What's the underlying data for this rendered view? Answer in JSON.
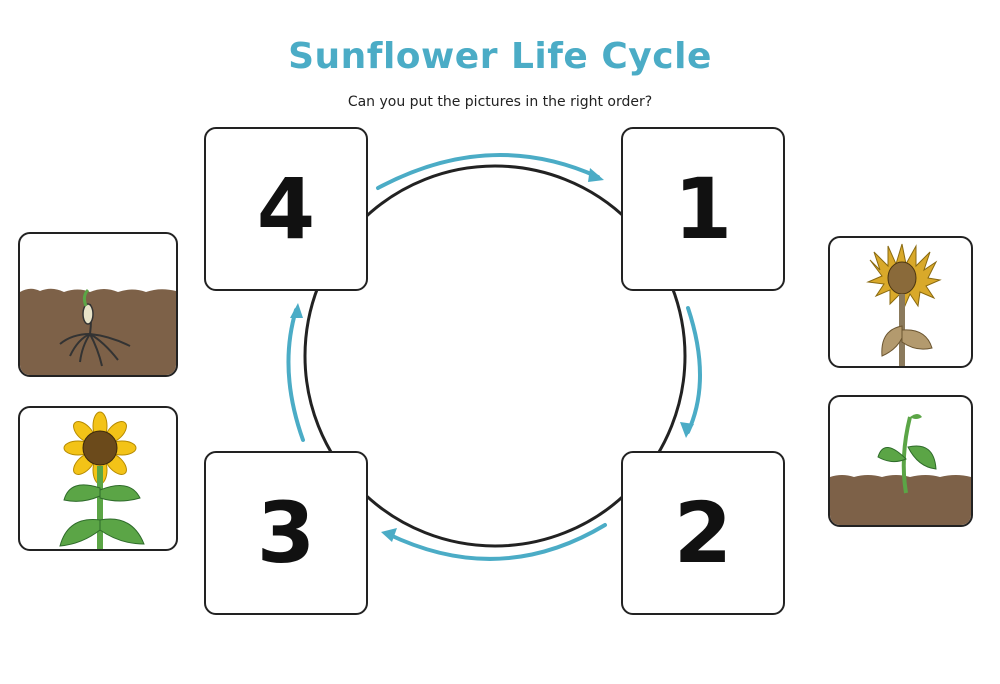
{
  "title": "Sunflower Life Cycle",
  "subtitle": "Can you put the pictures in the right order?",
  "slots": [
    {
      "number": "4"
    },
    {
      "number": "1"
    },
    {
      "number": "3"
    },
    {
      "number": "2"
    }
  ],
  "picture_cards": [
    {
      "icon": "seed-sprouting-icon"
    },
    {
      "icon": "blooming-sunflower-icon"
    },
    {
      "icon": "wilted-sunflower-icon"
    },
    {
      "icon": "seedling-icon"
    }
  ],
  "colors": {
    "title": "#4bacc6",
    "arrows": "#4bacc6",
    "soil": "#7d6148",
    "leaf": "#5ba546",
    "petal": "#f3c317"
  }
}
